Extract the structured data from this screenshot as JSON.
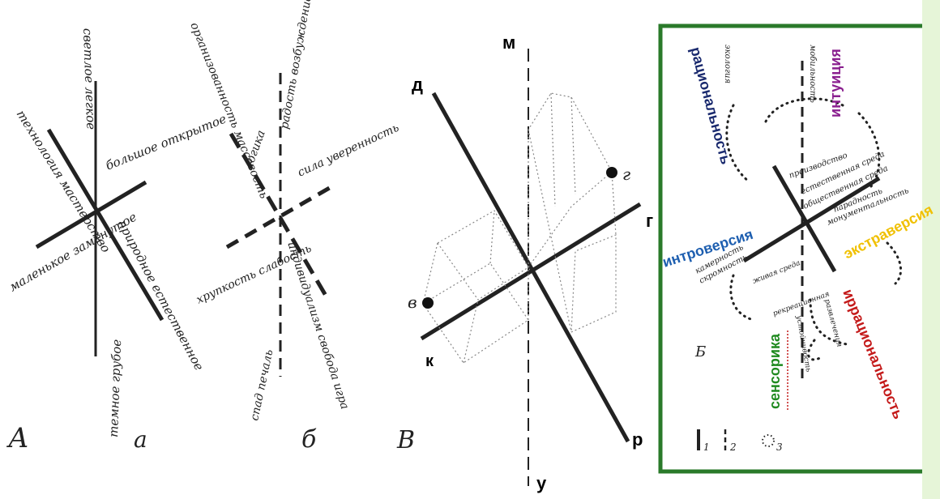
{
  "panels": {
    "A": {
      "letter": "А",
      "sub": "а",
      "labels": {
        "top": "светлое легкое",
        "upper_left": "технология мастерство",
        "upper_right": "большое открытое",
        "lower_left": "маленькое замкнутое",
        "lower_right": "природное естественное",
        "bottom": "темное грубое"
      }
    },
    "b": {
      "sub": "б",
      "labels": {
        "top_left": "организованность массовость",
        "top_right": "радость возбуждение",
        "mid_left": "логика",
        "upper_right": "сила уверенность",
        "lower_left": "хрупкость слабость",
        "bottom": "спад печаль",
        "lower_right": "индивидуализм свобода игра"
      }
    },
    "V": {
      "letter": "В",
      "axis_labels": {
        "top": "м",
        "bottom": "у",
        "top_left": "д",
        "bottom_right": "р",
        "left": "к",
        "right": "г"
      },
      "points": {
        "left": "в",
        "right": "г"
      }
    },
    "B": {
      "letter": "Б",
      "labels": {
        "rational": "рациональность",
        "intuition": "интуиция",
        "introversion": "интроверсия",
        "extraversion": "экстраверсия",
        "irrational": "иррациональность",
        "sensing": "сенсорика",
        "n_top1": "экология",
        "n_top2": "мобильность",
        "n_mid1": "производство",
        "n_mid2": "естественная среда",
        "n_mid3": "общественная среда",
        "n_r1": "парадность",
        "n_r2": "монументальность",
        "n_l1": "камерность",
        "n_l2": "скромность",
        "n_l3": "живая среда",
        "n_low1": "рекреационная",
        "n_low2": "устойчивость",
        "n_low3": "развлечения"
      },
      "legend": {
        "l1": "1",
        "l2": "2",
        "l3": "3"
      },
      "colors": {
        "rational": "#1a2a6e",
        "intuition": "#8a1f8f",
        "introversion": "#1e5fb0",
        "extraversion": "#f0c000",
        "irrational": "#c41a1a",
        "sensing": "#1f8a1f",
        "frame": "#2a7a2a"
      }
    }
  }
}
